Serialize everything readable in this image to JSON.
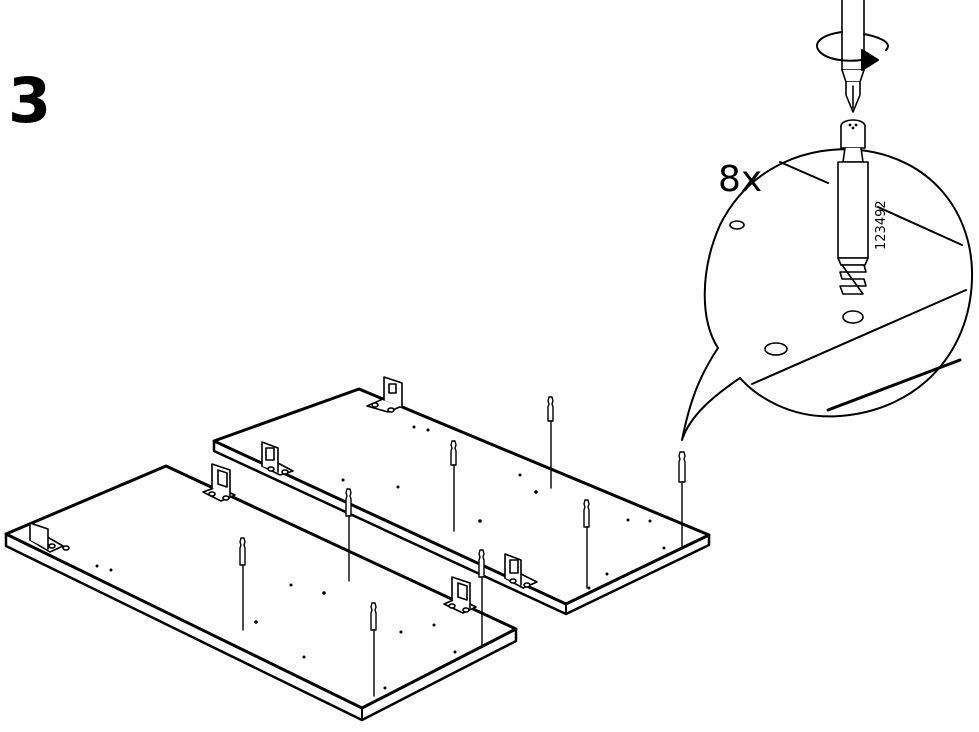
{
  "step": {
    "number": "3"
  },
  "callout": {
    "quantity": "8x",
    "part_number": "123492"
  },
  "colors": {
    "ink": "#000000",
    "background": "#ffffff"
  },
  "icons": [
    "screwdriver-icon",
    "rotation-arrow-icon",
    "dowel-pin-icon"
  ]
}
